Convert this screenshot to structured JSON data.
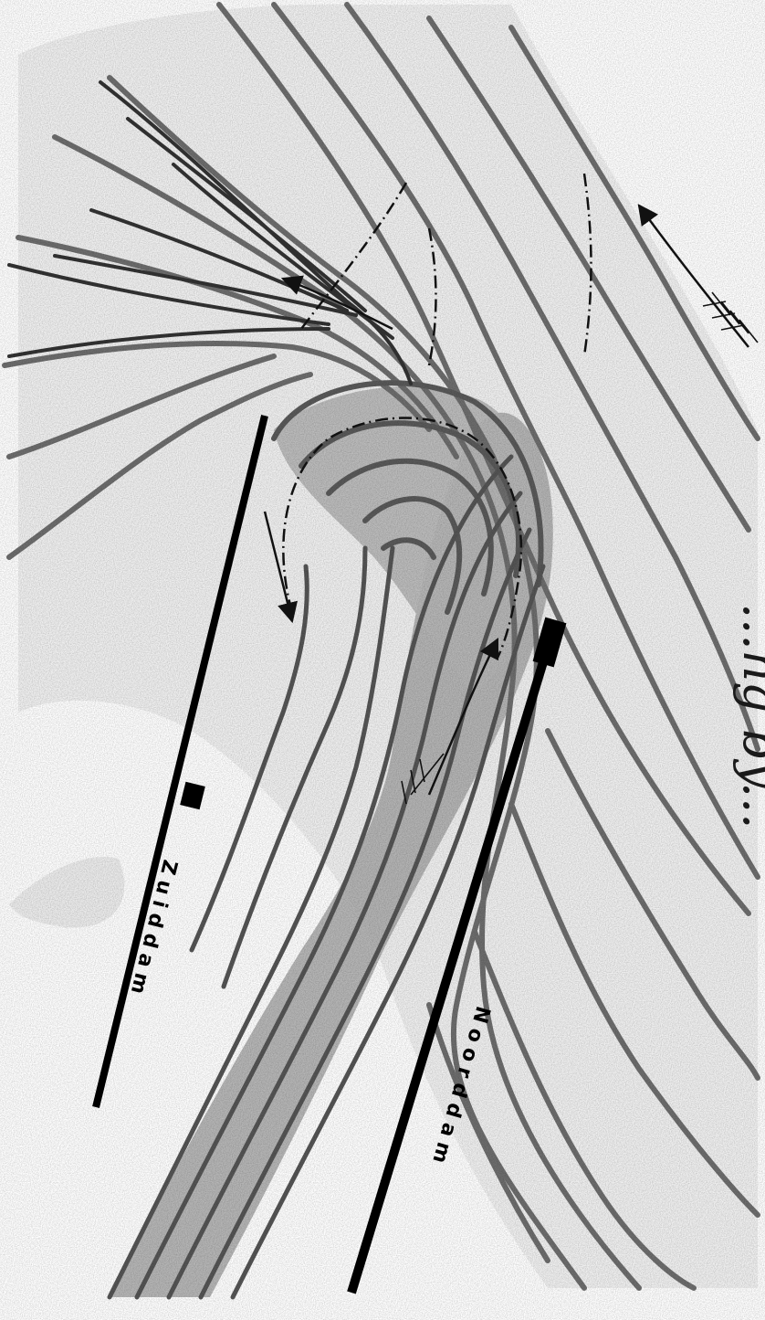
{
  "map": {
    "type": "harbour-entrance current flow chart",
    "labels": {
      "south_dam": "Zuiddam",
      "north_dam": "Noorddam",
      "partial_caption": "...ng by..."
    },
    "colors": {
      "background": "#ffffff",
      "flow_light": "#8c8c8c",
      "flow_dark": "#4a4a4a",
      "eddy_fill": "#b4b4b4",
      "dam": "#000000",
      "arrows": "#111111"
    }
  }
}
